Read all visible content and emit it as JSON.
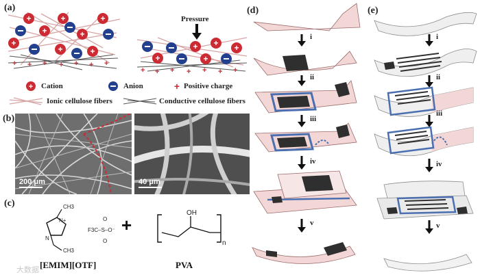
{
  "panels": {
    "a": {
      "label": "(a)",
      "pressure": "Pressure",
      "legend": {
        "cation": "Cation",
        "anion": "Anion",
        "positive_charge": "Positive charge",
        "ionic_fibers": "Ionic cellulose fibers",
        "conductive_fibers": "Conductive cellulose fibers"
      }
    },
    "b": {
      "label": "(b)",
      "scale_left": "200 μm",
      "scale_right": "40 μm"
    },
    "c": {
      "label": "(c)",
      "methyl": "CH3",
      "nplus": "N+",
      "n": "N",
      "ethyl": "CH3",
      "triflate": "F3C–S–O⁻",
      "o_top": "O",
      "o_bot": "O",
      "plus": "+",
      "oh": "OH",
      "sub_n": "n",
      "compound_left": "[EMIM][OTF]",
      "compound_right": "PVA"
    },
    "d": {
      "label": "(d)",
      "steps": [
        "i",
        "ii",
        "iii",
        "iv",
        "v"
      ]
    },
    "e": {
      "label": "(e)",
      "steps": [
        "i",
        "ii",
        "iii",
        "iv",
        "v"
      ]
    },
    "watermark": "大数据"
  },
  "colors": {
    "cation": "#cc2b34",
    "anion": "#23408e",
    "paper": "#f3d6d6",
    "electrode": "#2f2f2f",
    "wire": "#4a6fb0"
  }
}
